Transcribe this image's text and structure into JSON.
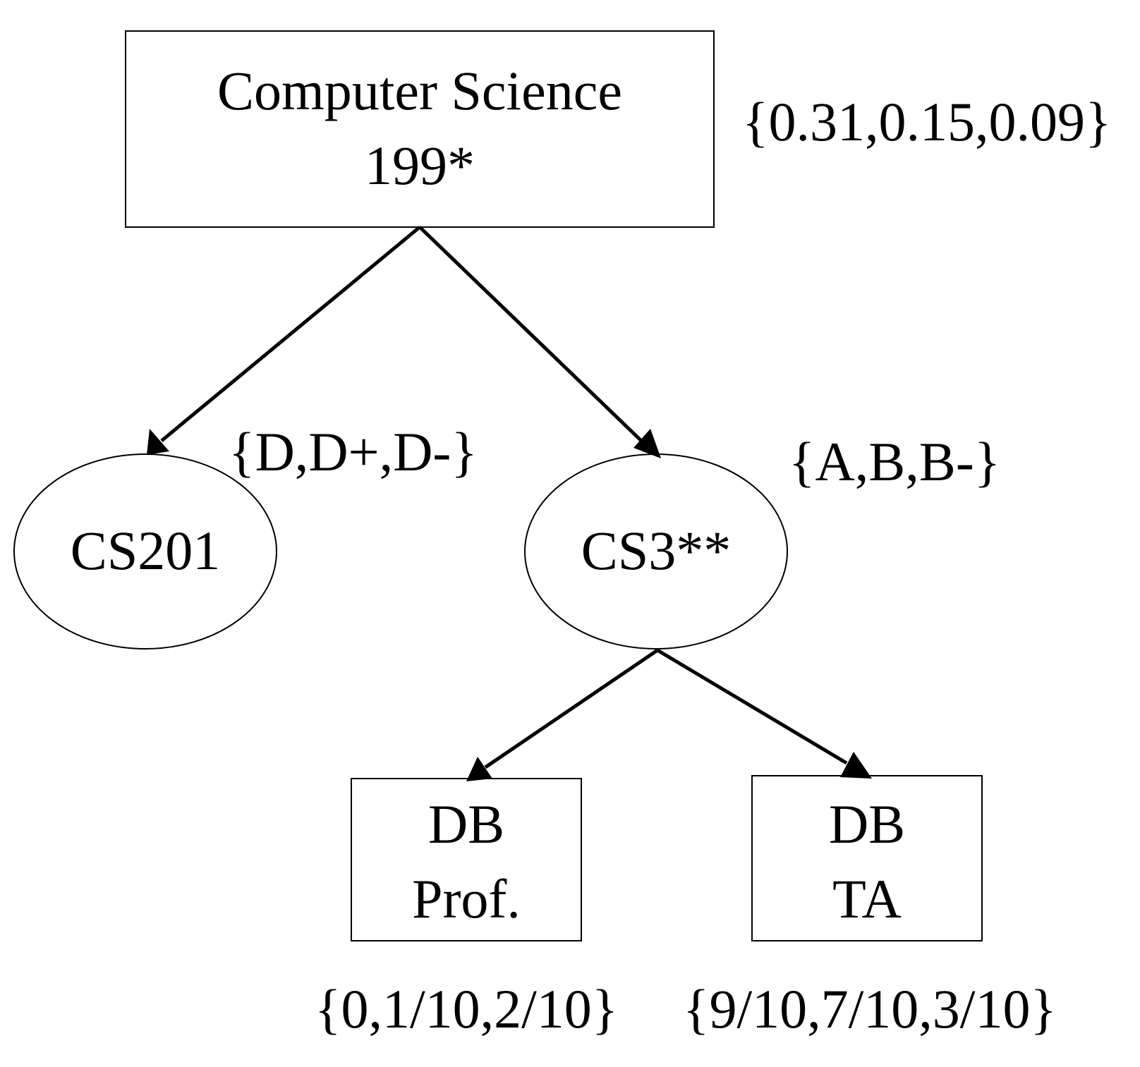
{
  "nodes": {
    "root": {
      "line1": "Computer Science",
      "line2": "199*",
      "annotation": "{0.31,0.15,0.09}"
    },
    "cs201": {
      "label": "CS201",
      "annotation": "{D,D+,D-}"
    },
    "cs3": {
      "label": "CS3**",
      "annotation": "{A,B,B-}"
    },
    "db_prof": {
      "line1": "DB",
      "line2": "Prof.",
      "annotation": "{0,1/10,2/10}"
    },
    "db_ta": {
      "line1": "DB",
      "line2": "TA",
      "annotation": "{9/10,7/10,3/10}"
    }
  },
  "colors": {
    "stroke": "#000000",
    "background": "#ffffff"
  }
}
